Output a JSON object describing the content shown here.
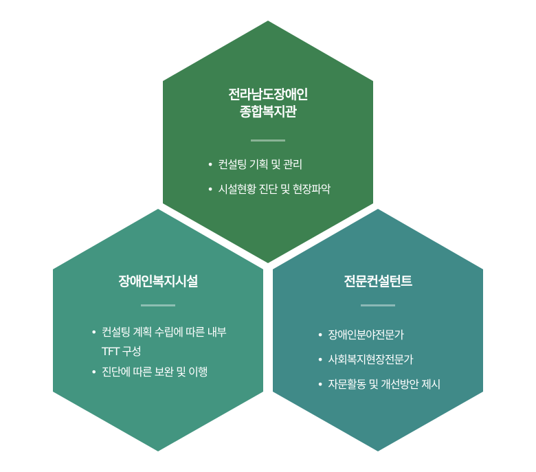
{
  "colors": {
    "top": "#3d8150",
    "left": "#439580",
    "right": "#408a88"
  },
  "hexagons": {
    "top": {
      "title_line1": "전라남도장애인",
      "title_line2": "종합복지관",
      "items": [
        "컨설팅 기획 및 관리",
        "시설현황 진단 및 현장파악"
      ]
    },
    "left": {
      "title": "장애인복지시설",
      "items": [
        "컨설팅 계획 수립에 따른 내부TFT 구성",
        "진단에 따른 보완 및 이행"
      ]
    },
    "right": {
      "title": "전문컨설턴트",
      "items": [
        "장애인분야전문가",
        "사회복지현장전문가",
        "자문활동 및 개선방안 제시"
      ]
    }
  }
}
